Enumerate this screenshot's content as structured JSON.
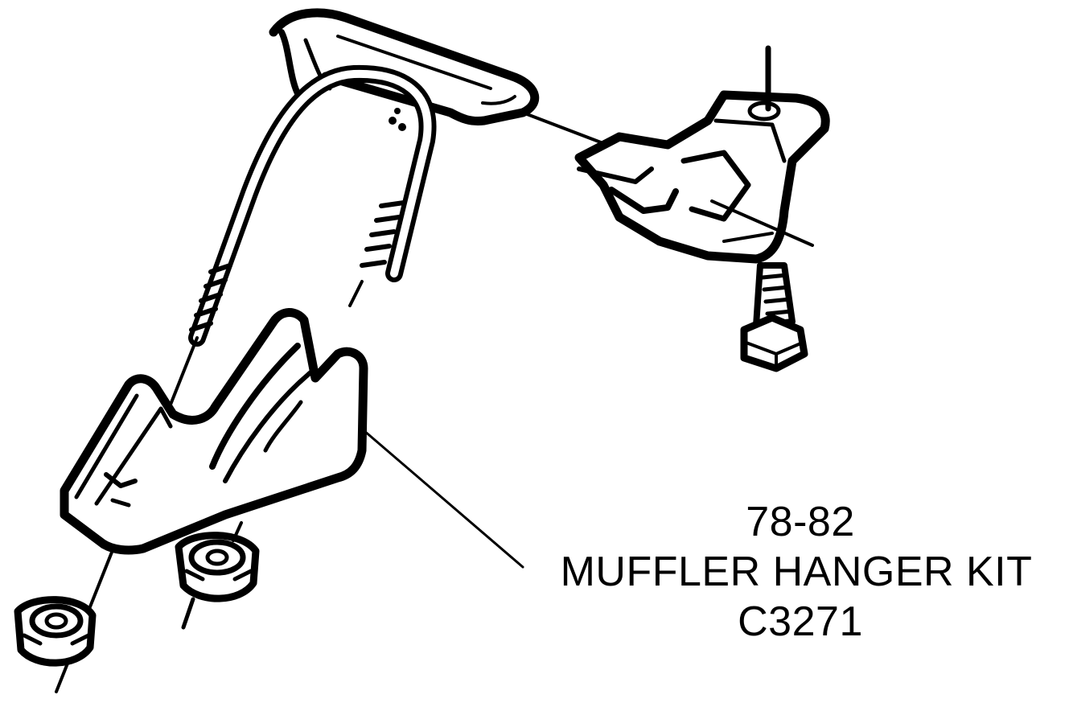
{
  "caption": {
    "years": "78-82",
    "title": "MUFFLER HANGER KIT",
    "part_number": "C3271"
  },
  "colors": {
    "ink": "#000000",
    "paper": "#ffffff"
  },
  "icons": [
    "u-bolt-icon",
    "hanger-bracket-icon",
    "saddle-clamp-icon",
    "hex-bolt-icon",
    "flange-nut-icon"
  ]
}
